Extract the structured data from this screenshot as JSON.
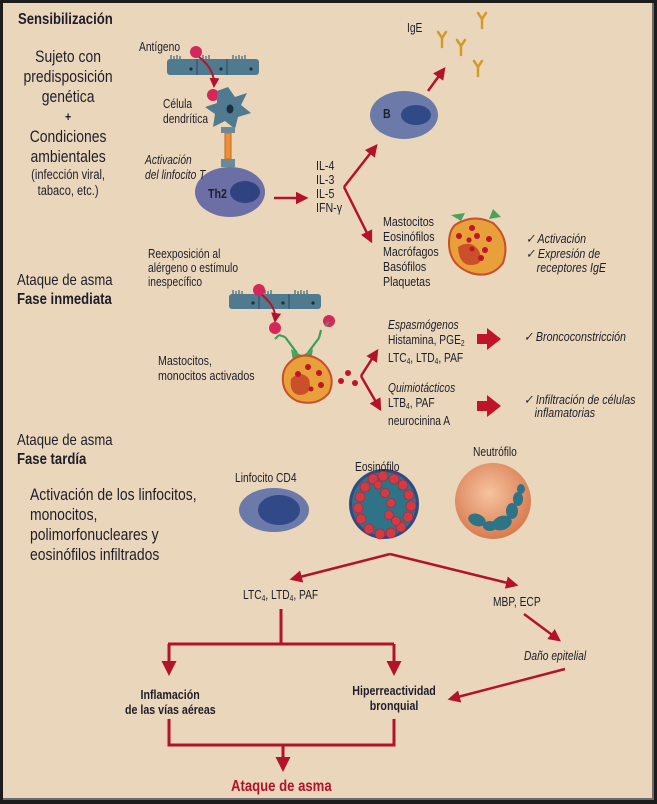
{
  "sections": {
    "sensitization": {
      "title": "Sensibilización",
      "subject_lines": [
        "Sujeto con",
        "predisposición",
        "genética"
      ],
      "plus": "+",
      "conditions_lines": [
        "Condiciones",
        "ambientales"
      ],
      "conditions_note_lines": [
        "(infección viral,",
        "tabaco, etc.)"
      ],
      "antigen_label": "Antígeno",
      "dendritic_label_lines": [
        "Célula",
        "dendrítica"
      ],
      "t_activation_lines": [
        "Activación",
        "del linfocito T"
      ],
      "th2_label": "Th2",
      "cytokines": [
        "IL-4",
        "IL-3",
        "IL-5",
        "IFN-γ"
      ],
      "b_cell_label": "B",
      "ige_label": "IgE",
      "effector_cells": [
        "Mastocitos",
        "Eosinófilos",
        "Macrófagos",
        "Basófilos",
        "Plaquetas"
      ],
      "effects": [
        "Activación",
        "Expresión de",
        "receptores IgE"
      ]
    },
    "immediate_phase": {
      "title_line1": "Ataque de asma",
      "title_line2": "Fase inmediata",
      "reexposure_lines": [
        "Reexposición al",
        "alérgeno o estímulo",
        "inespecífico"
      ],
      "activated_cells_lines": [
        "Mastocitos,",
        "monocitos activados"
      ],
      "spasmogens_title": "Espasmógenos",
      "spasmogens_line1": "Histamina, PGE",
      "spasmogens_line1_sub": "2",
      "spasmogens_line2": [
        "LTC",
        "4",
        ", LTD",
        "4",
        ", PAF"
      ],
      "chemotactic_title": "Quimiotácticos",
      "chemotactic_line1": [
        "LTB",
        "4",
        ", PAF"
      ],
      "chemotactic_line2": "neurocinina A",
      "outcome_1": "Broncoconstricción",
      "outcome_2_lines": [
        "Infiltración de células",
        "inflamatorias"
      ]
    },
    "late_phase": {
      "title_line1": "Ataque de asma",
      "title_line2": "Fase tardía",
      "description_lines": [
        "Activación de los linfocitos,",
        "monocitos,",
        "polimorfonucleares y",
        "eosinófilos infiltrados"
      ],
      "cell_labels": [
        "Linfocito CD4",
        "Eosinófilo",
        "Neutrófilo"
      ],
      "mediators_left": [
        "LTC",
        "4",
        ", LTD",
        "4",
        ", PAF"
      ],
      "mediators_right": "MBP, ECP",
      "epithelial_damage": "Daño epitelial",
      "inflammation_lines": [
        "Inflamación",
        "de las vías aéreas"
      ],
      "hyperreactivity_lines": [
        "Hiperreactividad",
        "bronquial"
      ],
      "final_outcome": "Ataque de asma"
    }
  },
  "check_mark": "✓",
  "colors": {
    "background": "#ead7bb",
    "arrow_red": "#b2132b",
    "cell_blue": "#6b7aa8",
    "nucleus_blue": "#2f4a86",
    "epithelium": "#4f7a90",
    "antigen": "#d6275a",
    "ige_gold": "#d39a2a",
    "mast_orange": "#e9a03a"
  }
}
